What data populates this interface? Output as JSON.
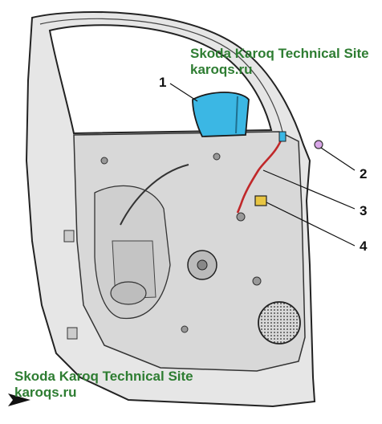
{
  "watermark_top": {
    "title": "Skoda Karoq Technical Site",
    "url": "karoqs.ru"
  },
  "watermark_bottom": {
    "title": "Skoda Karoq Technical Site",
    "url": "karoqs.ru"
  },
  "callouts": [
    {
      "number": "1",
      "part": "mirror-housing"
    },
    {
      "number": "2",
      "part": "mirror-wiring-clip"
    },
    {
      "number": "3",
      "part": "mirror-wiring-harness"
    },
    {
      "number": "4",
      "part": "harness-connector"
    }
  ],
  "colors": {
    "watermark": "#2e7d32",
    "highlight_part": "#3bb7e4",
    "harness": "#c0282a",
    "door_panel": "#e4e4e4",
    "outline": "#222222"
  }
}
